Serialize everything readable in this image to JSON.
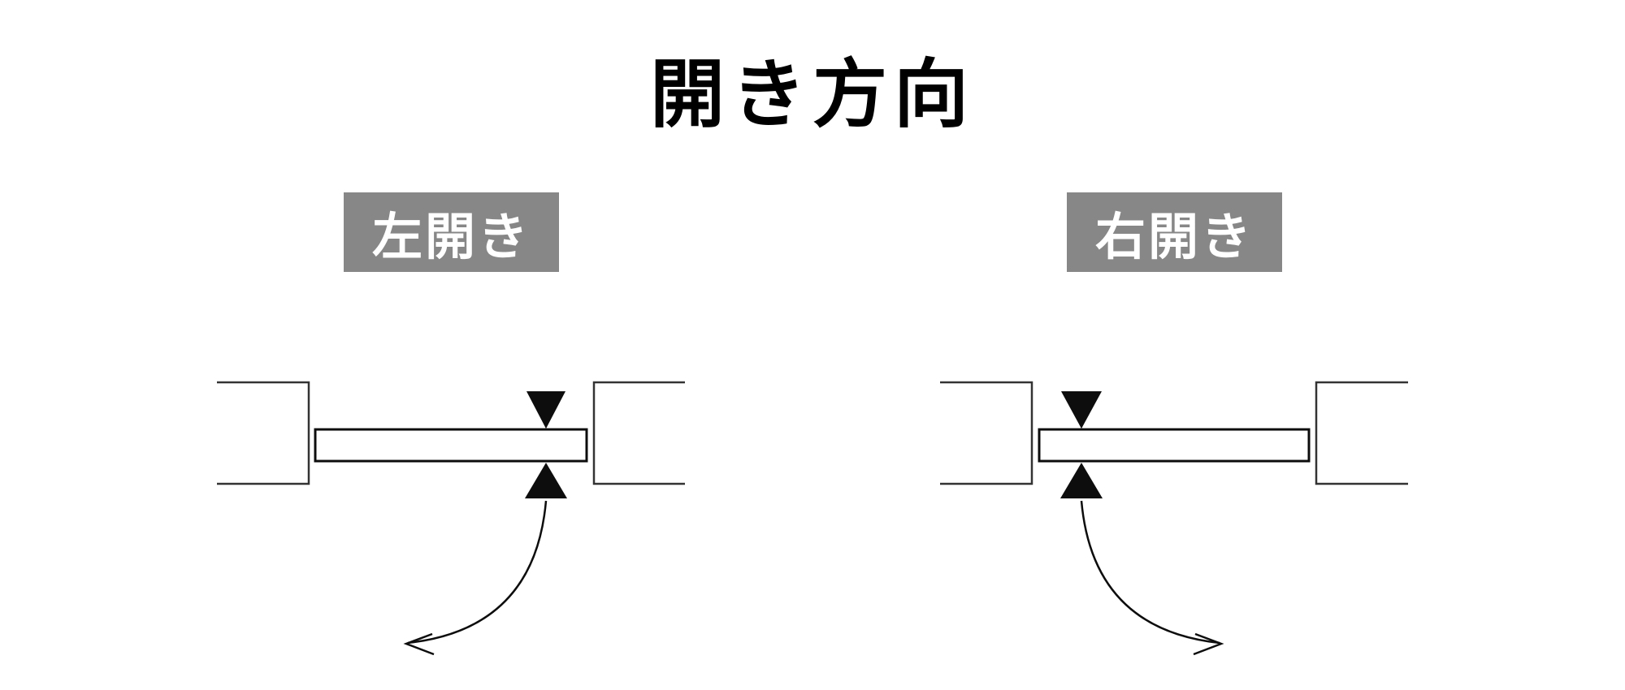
{
  "title": "開き方向",
  "figures": [
    {
      "label": "左開き"
    },
    {
      "label": "右開き"
    }
  ],
  "icons": {
    "latch_pointer_down": "▼",
    "latch_pointer_up": "▲",
    "swing_arrowhead_left": "↙",
    "swing_arrowhead_right": "↘"
  },
  "colors": {
    "background": "#ffffff",
    "title_text": "#000000",
    "label_bg": "#878787",
    "label_text": "#ffffff",
    "line": "#333333",
    "accent": "#0d0d0d"
  }
}
